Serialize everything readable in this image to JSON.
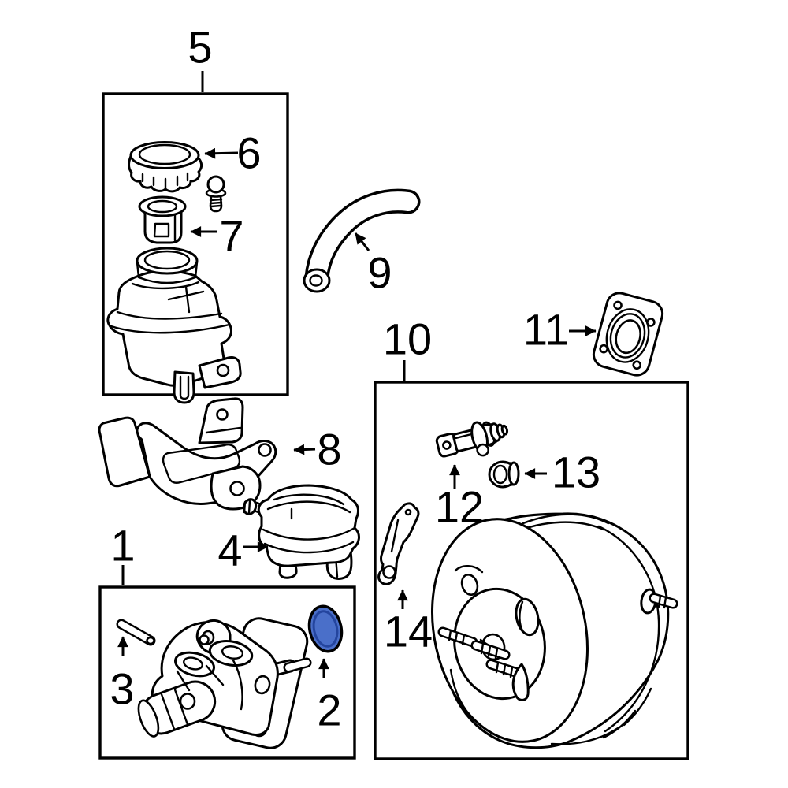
{
  "colors": {
    "background": "#ffffff",
    "line": "#000000",
    "box_fill": "#f7f7f7",
    "highlight": "#4a6fc9",
    "highlight_dark": "#24459e"
  },
  "callouts": {
    "n1": "1",
    "n2": "2",
    "n3": "3",
    "n4": "4",
    "n5": "5",
    "n6": "6",
    "n7": "7",
    "n8": "8",
    "n9": "9",
    "n10": "10",
    "n11": "11",
    "n12": "12",
    "n13": "13",
    "n14": "14"
  },
  "parts": [
    {
      "number": "1",
      "name": "master-cylinder-group-box"
    },
    {
      "number": "2",
      "name": "o-ring-seal-highlighted"
    },
    {
      "number": "3",
      "name": "pin"
    },
    {
      "number": "4",
      "name": "vacuum-tank"
    },
    {
      "number": "5",
      "name": "reservoir-group-box"
    },
    {
      "number": "6",
      "name": "reservoir-cap"
    },
    {
      "number": "7",
      "name": "reservoir-grommet"
    },
    {
      "number": "8",
      "name": "mounting-bracket"
    },
    {
      "number": "9",
      "name": "vacuum-hose"
    },
    {
      "number": "10",
      "name": "brake-booster-group-box"
    },
    {
      "number": "11",
      "name": "booster-gasket"
    },
    {
      "number": "12",
      "name": "check-valve"
    },
    {
      "number": "13",
      "name": "valve-grommet"
    },
    {
      "number": "14",
      "name": "booster-bracket"
    }
  ]
}
